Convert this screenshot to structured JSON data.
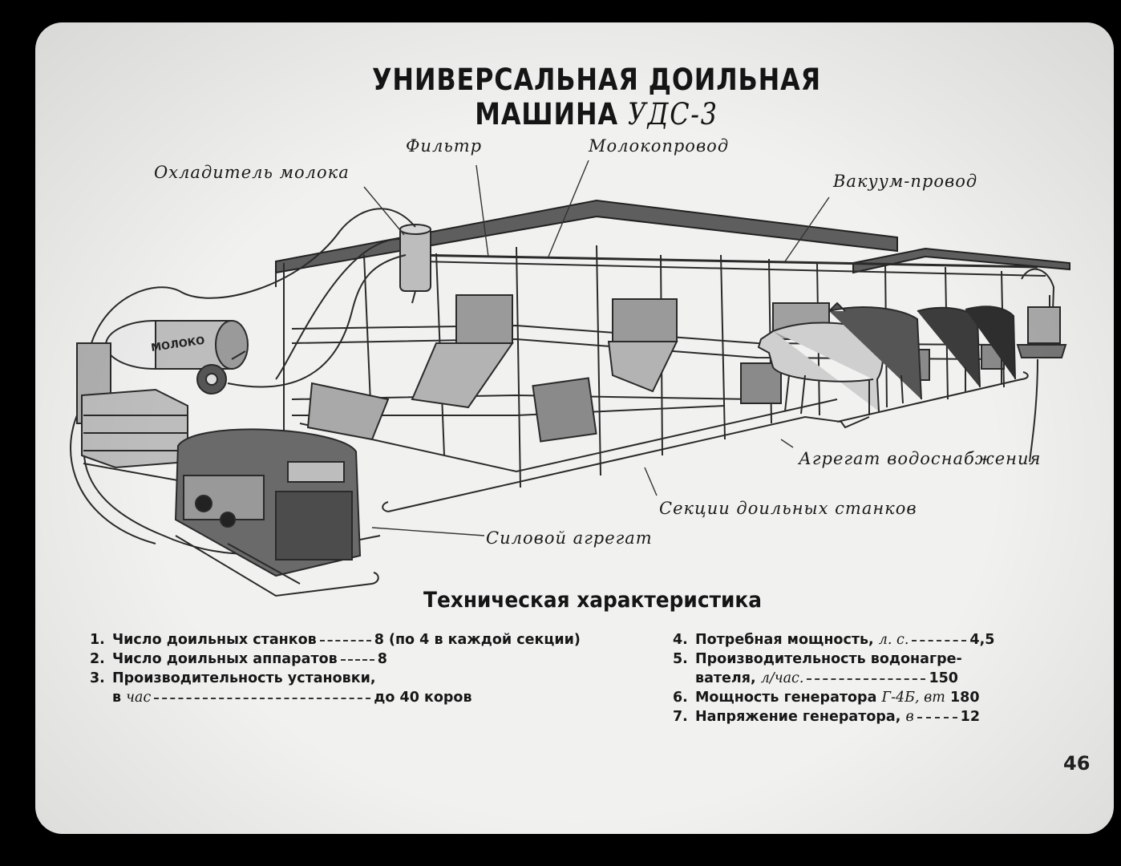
{
  "title": {
    "main": "УНИВЕРСАЛЬНАЯ ДОИЛЬНАЯ МАШИНА",
    "model": "УДС-3"
  },
  "callouts": {
    "filter": "Фильтр",
    "milk_line": "Молокопровод",
    "milk_cooler": "Охладитель молока",
    "vacuum_line": "Вакуум-провод",
    "water_unit": "Агрегат водоснабжения",
    "stall_sections": "Секции доильных станков",
    "power_unit": "Силовой агрегат"
  },
  "tank_label": "МОЛОКО",
  "specs": {
    "heading": "Техническая характеристика",
    "items": [
      {
        "num": "1.",
        "label": "Число доильных станков",
        "value": "8 (по 4 в каждой секции)"
      },
      {
        "num": "2.",
        "label": "Число доильных аппаратов",
        "value": "8"
      },
      {
        "num": "3.",
        "label": "Производительность установки,",
        "label2_prefix": "в",
        "label2_unit": "час",
        "value": "до 40 коров"
      },
      {
        "num": "4.",
        "label": "Потребная мощность,",
        "unit": "л. с.",
        "value": "4,5"
      },
      {
        "num": "5.",
        "label": "Производительность водонагре-",
        "label2": "вателя,",
        "unit": "л/час.",
        "value": "150"
      },
      {
        "num": "6.",
        "label": "Мощность генератора",
        "unit": "Г-4Б, вт",
        "value": "180"
      },
      {
        "num": "7.",
        "label": "Напряжение генератора,",
        "unit": "в",
        "value": "12"
      }
    ]
  },
  "page_number": "46",
  "colors": {
    "ink": "#1b1b1b",
    "paper": "#f1f1ef",
    "border": "#000000"
  }
}
